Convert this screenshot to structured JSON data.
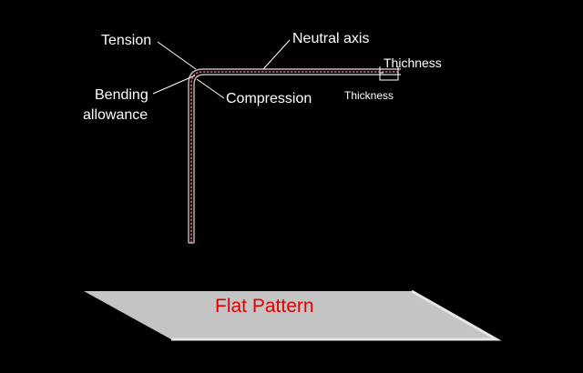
{
  "labels": {
    "tension": "Tension",
    "neutral_axis": "Neutral axis",
    "thichness": "Thichness",
    "bending": "Bending",
    "allowance": "allowance",
    "compression": "Compression",
    "thickness": "Thickness",
    "flat_pattern": "Flat Pattern"
  },
  "colors": {
    "background": "#000000",
    "text": "#ffffff",
    "sheet_outer": "#bbbbbb",
    "neutral_axis_line": "#e0607a",
    "plate_top": "#c4c4c4",
    "plate_edge": "#e6e6e6",
    "flat_pattern_text": "#e00000"
  }
}
